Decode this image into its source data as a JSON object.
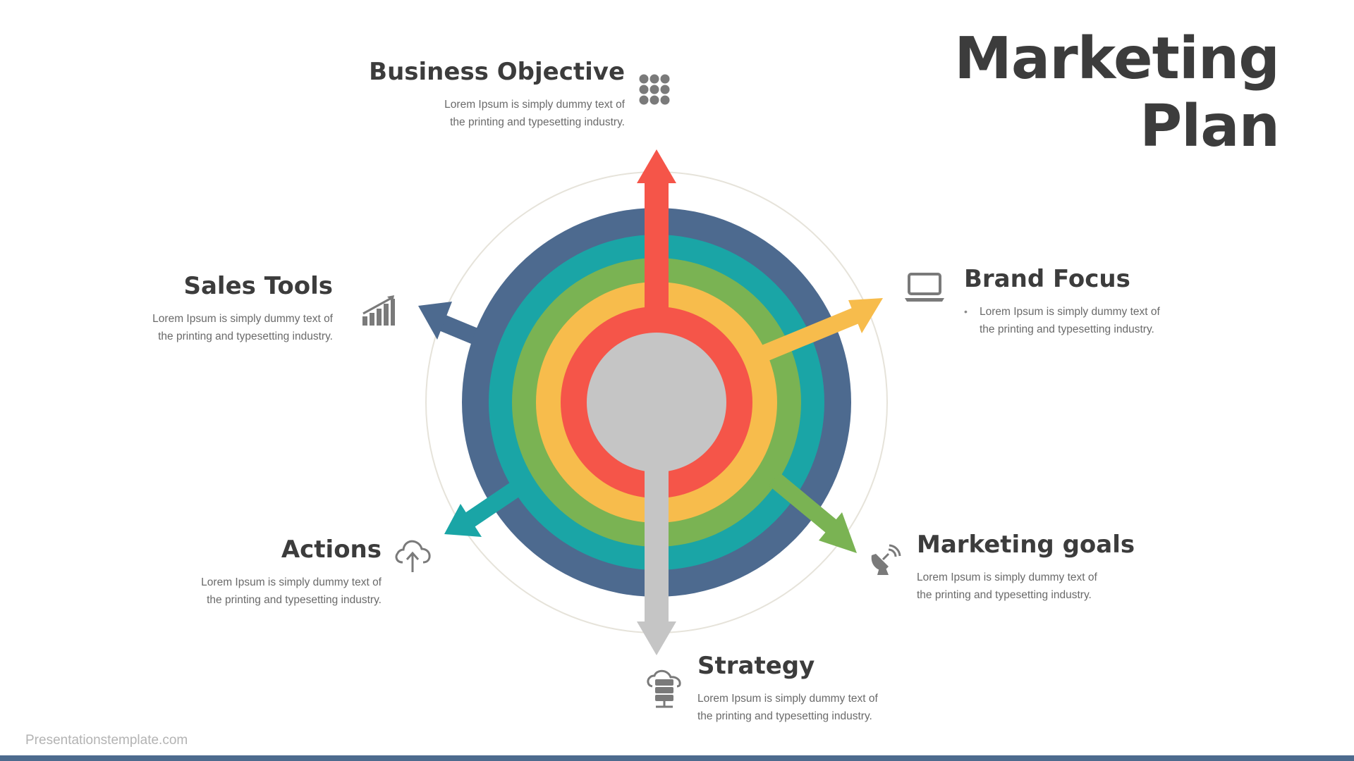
{
  "title": {
    "line1": "Marketing",
    "line2": "Plan"
  },
  "colors": {
    "outer_ring": "#4d6a8f",
    "teal_ring": "#1aa5a6",
    "green_ring": "#7ab353",
    "yellow_ring": "#f7bc4c",
    "red_ring": "#f55549",
    "center": "#c5c5c5",
    "icon": "#7a7a7a",
    "footer_bar": "#4d6b8e"
  },
  "items": {
    "business_objective": {
      "title": "Business Objective",
      "desc_line1": "Lorem Ipsum is simply dummy text of",
      "desc_line2": "the printing and typesetting industry.",
      "icon": "dots-grid-icon"
    },
    "sales_tools": {
      "title": "Sales Tools",
      "desc_line1": "Lorem Ipsum is simply dummy text of",
      "desc_line2": "the printing and typesetting industry.",
      "icon": "growth-chart-icon"
    },
    "brand_focus": {
      "title": "Brand Focus",
      "bullet": "•",
      "desc_line1": "Lorem Ipsum is simply dummy text of",
      "desc_line2": "the printing and typesetting industry.",
      "icon": "laptop-icon"
    },
    "actions": {
      "title": "Actions",
      "desc_line1": "Lorem Ipsum is simply dummy text of",
      "desc_line2": "the printing and typesetting industry.",
      "icon": "cloud-upload-icon"
    },
    "marketing_goals": {
      "title": "Marketing goals",
      "desc_line1": "Lorem Ipsum is simply dummy text of",
      "desc_line2": "the printing and typesetting industry.",
      "icon": "satellite-dish-icon"
    },
    "strategy": {
      "title": "Strategy",
      "desc_line1": "Lorem Ipsum is simply dummy text of",
      "desc_line2": "the printing and typesetting industry.",
      "icon": "cloud-server-icon"
    }
  },
  "footer": {
    "text": "Presentationstemplate.com"
  }
}
